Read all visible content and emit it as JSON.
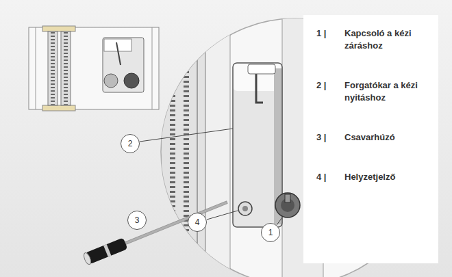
{
  "diagram": {
    "nodes": [
      {
        "text": [
          "2"
        ]
      },
      {
        "text": [
          "4"
        ]
      },
      {
        "text": [
          "3"
        ]
      },
      {
        "text": [
          "1"
        ]
      },
      {
        "text": [
          "1 |",
          "Kapcsoló a kézi záráshoz",
          "2 |",
          "Forgatókar a kézi nyitáshoz",
          "3 |",
          "Csavarhúzó",
          "4 |",
          "Helyzetjelző"
        ]
      }
    ]
  }
}
